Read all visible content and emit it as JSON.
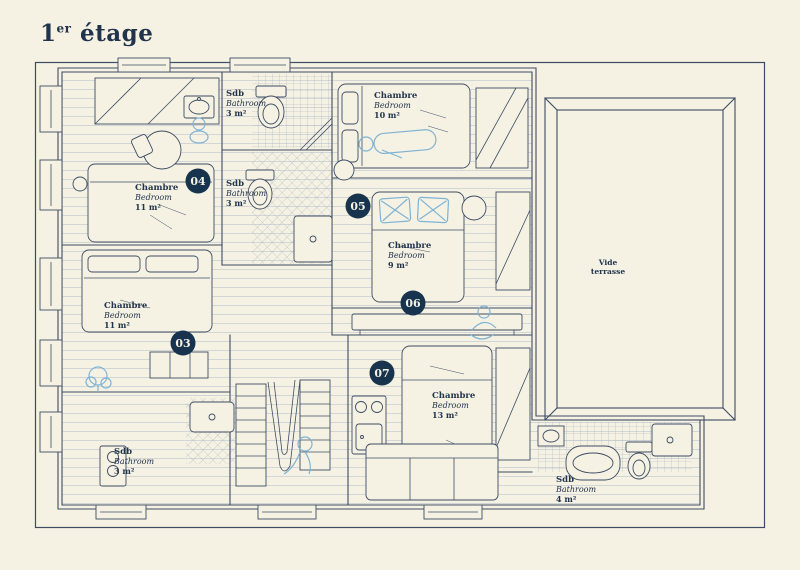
{
  "title": {
    "number": "1",
    "ordinal": "er",
    "word": "étage"
  },
  "colors": {
    "background": "#f5f2e3",
    "line": "#3d4c63",
    "badge_bg": "#17334d",
    "badge_text": "#f6f3e7",
    "accent_blue": "#7fb3d5",
    "text": "#22344c"
  },
  "badges": [
    {
      "num": "03"
    },
    {
      "num": "04"
    },
    {
      "num": "05"
    },
    {
      "num": "06"
    },
    {
      "num": "07"
    }
  ],
  "rooms": {
    "bedroom_11_top": {
      "fr": "Chambre",
      "en": "Bedroom",
      "area": "11 m²"
    },
    "bedroom_11_bottom": {
      "fr": "Chambre",
      "en": "Bedroom",
      "area": "11 m²"
    },
    "bedroom_10": {
      "fr": "Chambre",
      "en": "Bedroom",
      "area": "10 m²"
    },
    "bedroom_9": {
      "fr": "Chambre",
      "en": "Bedroom",
      "area": "9 m²"
    },
    "bedroom_13": {
      "fr": "Chambre",
      "en": "Bedroom",
      "area": "13 m²"
    },
    "bathroom_top": {
      "fr": "Sdb",
      "en": "Bathroom",
      "area": "3 m²"
    },
    "bathroom_mid": {
      "fr": "Sdb",
      "en": "Bathroom",
      "area": "3 m²"
    },
    "bathroom_bottom_left": {
      "fr": "Sdb",
      "en": "Bathroom",
      "area": "3 m²"
    },
    "bathroom_bottom_right": {
      "fr": "Sdb",
      "en": "Bathroom",
      "area": "4 m²"
    },
    "terrace": {
      "line1": "Vide",
      "line2": "terrasse"
    }
  }
}
